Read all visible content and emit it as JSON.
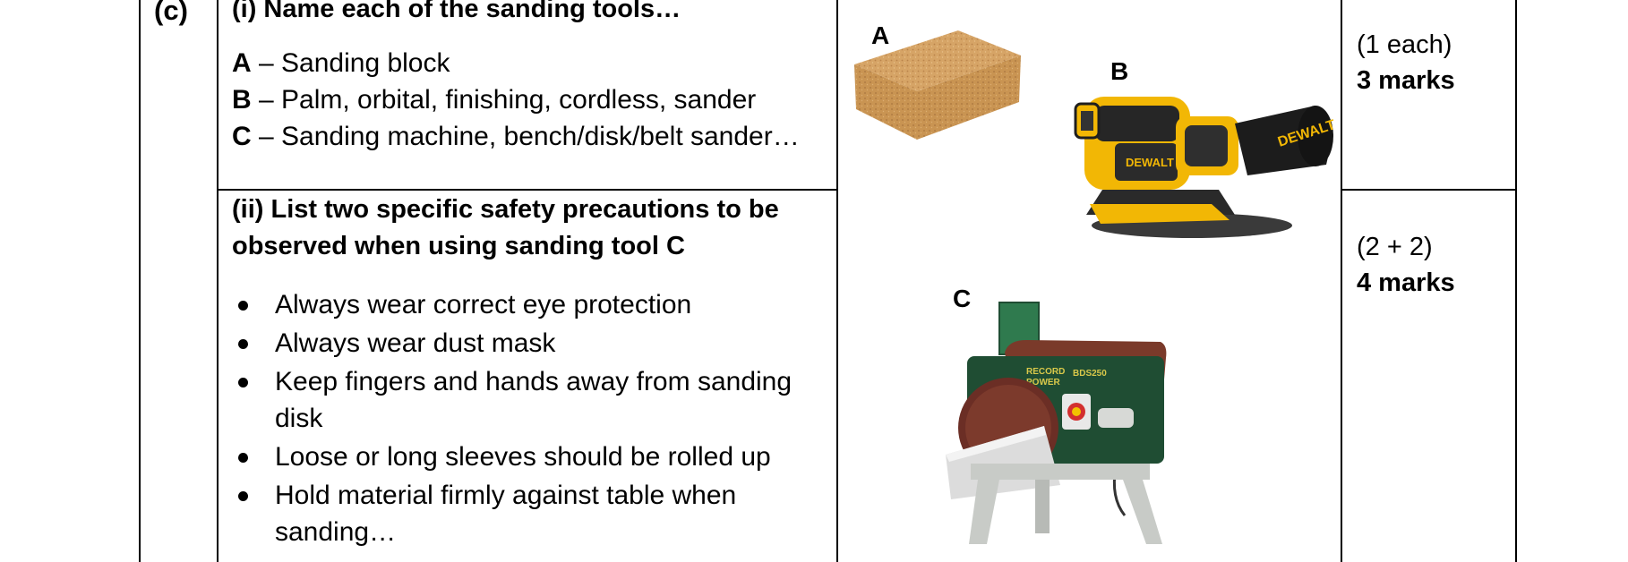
{
  "section_label": "(c)",
  "part_i": {
    "heading": "(i)  Name each of the sanding tools…",
    "answers": [
      {
        "letter": "A",
        "text": " – Sanding block"
      },
      {
        "letter": "B",
        "text": " – Palm, orbital, finishing, cordless, sander"
      },
      {
        "letter": "C",
        "text": " – Sanding machine, bench/disk/belt sander…"
      }
    ],
    "marks_note": "(1 each)",
    "marks": "3 marks"
  },
  "part_ii": {
    "heading_line1": "(ii)  List two specific safety precautions to be",
    "heading_line2": "observed when using sanding tool C",
    "bullets": [
      {
        "lines": [
          "Always wear correct eye protection"
        ]
      },
      {
        "lines": [
          "Always wear dust mask"
        ]
      },
      {
        "lines": [
          "Keep fingers and hands away from sanding",
          "disk"
        ]
      },
      {
        "lines": [
          "Loose or long sleeves should be rolled up"
        ]
      },
      {
        "lines": [
          "Hold material firmly against table when",
          "sanding…"
        ]
      }
    ],
    "marks_note": "(2 + 2)",
    "marks": "4 marks"
  },
  "images": {
    "a": {
      "label": "A"
    },
    "b": {
      "label": "B",
      "brand": "DEWALT"
    },
    "c": {
      "label": "C",
      "brand": "RECORD POWER",
      "model": "BDS250"
    }
  },
  "colors": {
    "border": "#000000",
    "cork": "#d9a86a",
    "dewalt_yellow": "#f2b705",
    "dewalt_black": "#1f1f1f",
    "record_green": "#1f4d33",
    "sanding_belt": "#7a3a2a",
    "stand_grey": "#c8cbc7"
  }
}
